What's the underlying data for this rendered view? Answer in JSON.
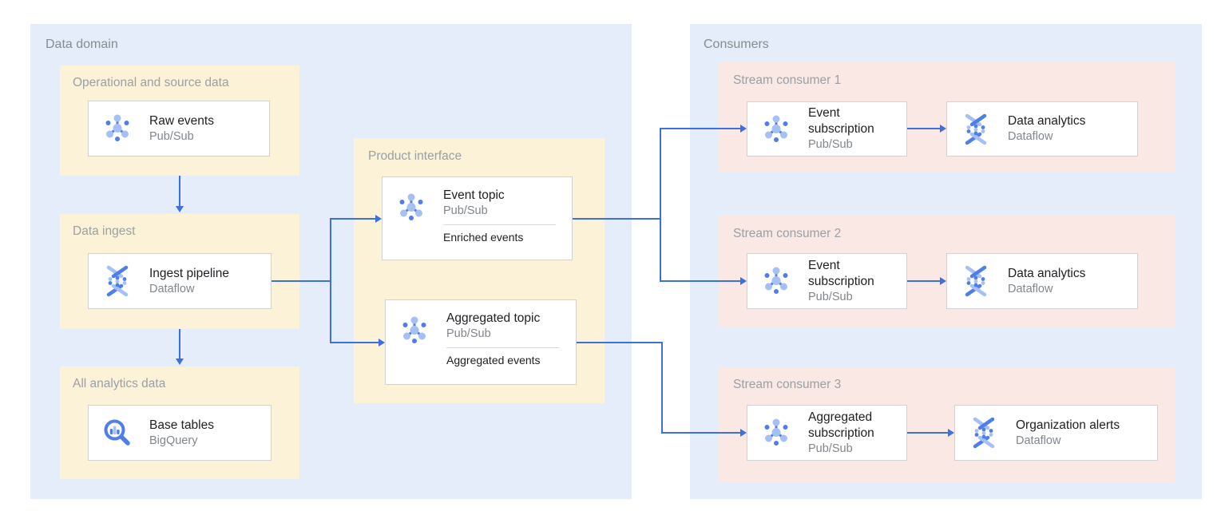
{
  "colors": {
    "panel_background": "#e4edf9",
    "group_yellow": "#fbf2d7",
    "group_pink": "#f9e8e4",
    "card_background": "#ffffff",
    "card_border": "#cfd3d7",
    "arrow_blue": "#3c70e2",
    "icon_blue_dark": "#4f7ee8",
    "icon_blue_light": "#a4c0f4",
    "label_gray": "#9aa0a6",
    "title_dark": "#202124"
  },
  "panels": {
    "data_domain": {
      "label": "Data domain",
      "boxes": {
        "operational": {
          "label": "Operational and source data",
          "card": {
            "title": "Raw events",
            "subtitle": "Pub/Sub",
            "icon": "pubsub-icon"
          }
        },
        "ingest": {
          "label": "Data ingest",
          "card": {
            "title": "Ingest pipeline",
            "subtitle": "Dataflow",
            "icon": "dataflow-icon"
          }
        },
        "analytics": {
          "label": "All analytics data",
          "card": {
            "title": "Base tables",
            "subtitle": "BigQuery",
            "icon": "bigquery-icon"
          }
        },
        "product": {
          "label": "Product interface",
          "event_topic": {
            "title": "Event topic",
            "subtitle": "Pub/Sub",
            "caption": "Enriched events",
            "icon": "pubsub-icon"
          },
          "aggregated_topic": {
            "title": "Aggregated topic",
            "subtitle": "Pub/Sub",
            "caption": "Aggregated events",
            "icon": "pubsub-icon"
          }
        }
      }
    },
    "consumers": {
      "label": "Consumers",
      "rows": [
        {
          "label": "Stream consumer 1",
          "source": {
            "title": "Event subscription",
            "subtitle": "Pub/Sub",
            "icon": "pubsub-icon"
          },
          "sink": {
            "title": "Data analytics",
            "subtitle": "Dataflow",
            "icon": "dataflow-icon"
          }
        },
        {
          "label": "Stream consumer 2",
          "source": {
            "title": "Event subscription",
            "subtitle": "Pub/Sub",
            "icon": "pubsub-icon"
          },
          "sink": {
            "title": "Data analytics",
            "subtitle": "Dataflow",
            "icon": "dataflow-icon"
          }
        },
        {
          "label": "Stream consumer 3",
          "source": {
            "title": "Aggregated subscription",
            "subtitle": "Pub/Sub",
            "icon": "pubsub-icon"
          },
          "sink": {
            "title": "Organization alerts",
            "subtitle": "Dataflow",
            "icon": "dataflow-icon"
          }
        }
      ]
    }
  }
}
